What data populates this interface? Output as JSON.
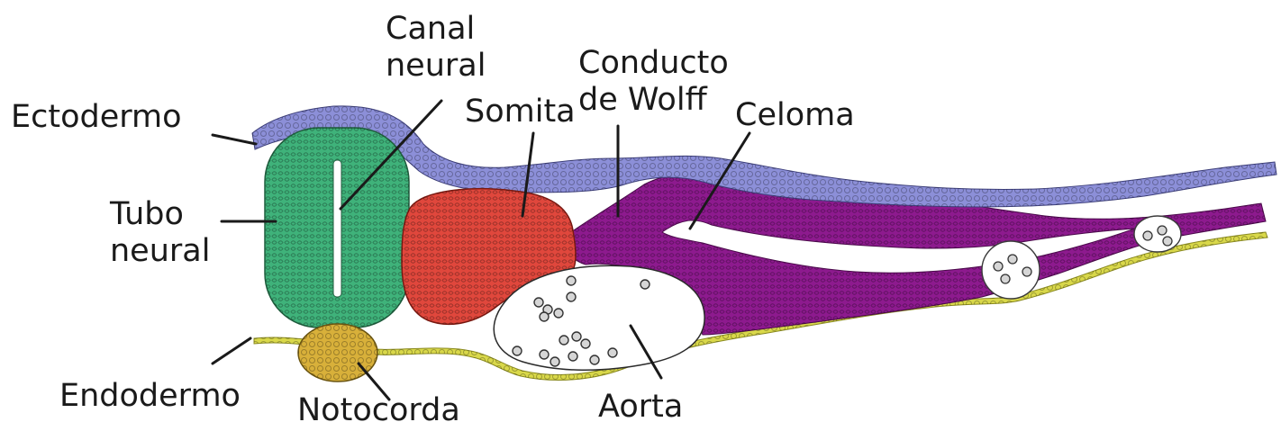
{
  "colors": {
    "ectoderm": "#8c8fd8",
    "neural_tube": "#3fb27a",
    "somite": "#e0473c",
    "mesoderm": "#8d1a8e",
    "endoderm": "#d9d84a",
    "notochord": "#d8b03a",
    "leader": "#1a1a1a"
  },
  "labels": {
    "ectodermo": "Ectodermo",
    "canal_neural": [
      "Canal",
      "neural"
    ],
    "somita": "Somita",
    "conducto_wolff": [
      "Conducto",
      "de Wolff"
    ],
    "celoma": "Celoma",
    "tubo_neural": [
      "Tubo",
      "neural"
    ],
    "endodermo": "Endodermo",
    "notocorda": "Notocorda",
    "aorta": "Aorta"
  }
}
